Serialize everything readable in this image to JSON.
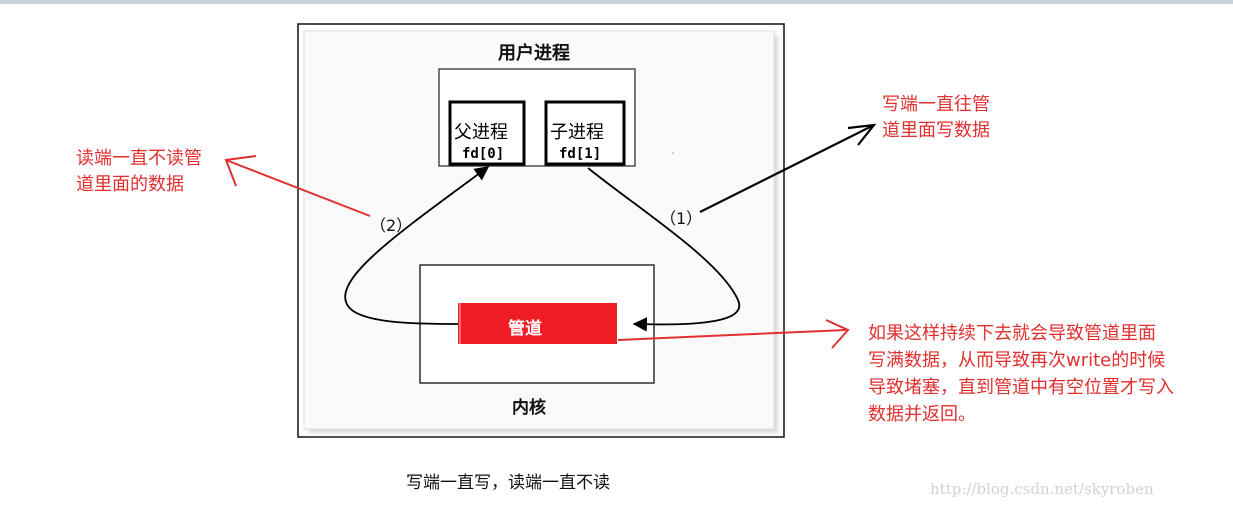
{
  "diagram": {
    "title": "用户进程",
    "parent_process": "父进程",
    "child_process": "子进程",
    "fd0": "fd[0]",
    "fd1": "fd[1]",
    "pipe": "管道",
    "kernel": "内核",
    "label_1": "（1）",
    "label_2": "（2）"
  },
  "annotations": {
    "writer_note": [
      "写端一直往管",
      "道里面写数据"
    ],
    "reader_note": [
      "读端一直不读管",
      "道里面的数据"
    ],
    "blocking_note": [
      "如果这样持续下去就会导致管道里面",
      "写满数据，从而导致再次write的时候",
      "导致堵塞，直到管道中有空位置才写入",
      "数据并返回。"
    ]
  },
  "caption": "写端一直写，读端一直不读",
  "watermark": "http://blog.csdn.net/skyroben",
  "colors": {
    "pipe_fill": "#ee1c24",
    "annotation_red": "#e03030",
    "border": "#111111"
  }
}
